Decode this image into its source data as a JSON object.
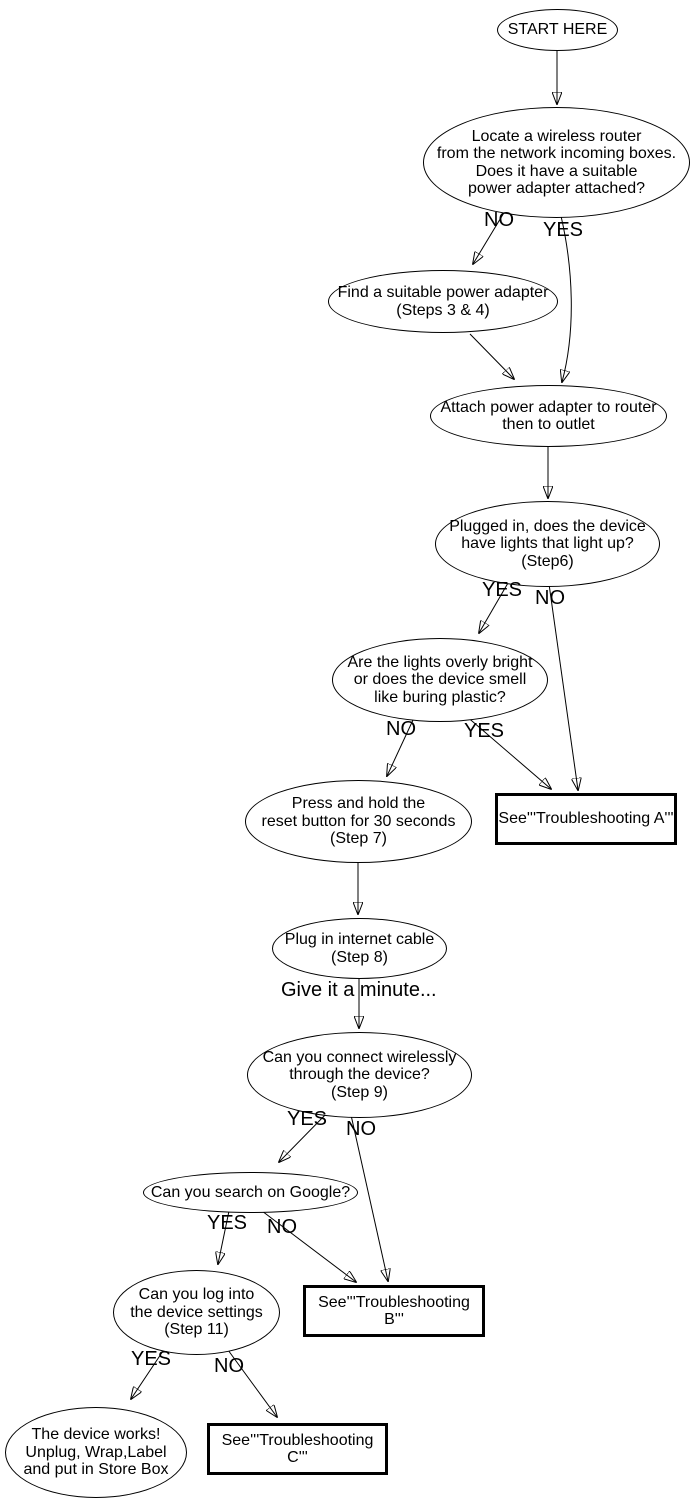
{
  "diagram": {
    "type": "flowchart",
    "colors": {
      "stroke": "#000000",
      "fill": "#ffffff",
      "text": "#000000"
    },
    "nodes": {
      "start": "START HERE",
      "locate": "Locate a wireless router\nfrom the network incoming boxes.\nDoes it have a suitable\npower adapter attached?",
      "find_adapter": "Find a suitable power adapter\n(Steps 3 & 4)",
      "attach": "Attach power adapter to router\nthen to outlet",
      "plugged_in": "Plugged in, does the device\nhave lights that light up?\n(Step6)",
      "lights": "Are the lights overly bright\nor does the device smell\nlike buring plastic?",
      "reset": "Press and hold the\nreset button for 30 seconds\n(Step 7)",
      "box_a": "See'''Troubleshooting A'''",
      "plug_cable": "Plug in internet cable\n(Step 8)",
      "connect": "Can you connect wirelessly\nthrough the device?\n(Step 9)",
      "google": "Can you search on Google?",
      "login": "Can you log into\nthe device settings\n(Step 11)",
      "box_b": "See'''Troubleshooting B'''",
      "works": "The device works!\nUnplug, Wrap,Label\nand put in Store Box",
      "box_c": "See'''Troubleshooting C'''"
    },
    "edge_labels": {
      "locate_no": "NO",
      "locate_yes": "YES",
      "plugged_yes": "YES",
      "plugged_no": "NO",
      "lights_no": "NO",
      "lights_yes": "YES",
      "wait_note": "Give it a minute...",
      "connect_yes": "YES",
      "connect_no": "NO",
      "google_yes": "YES",
      "google_no": "NO",
      "login_yes": "YES",
      "login_no": "NO"
    },
    "edges": [
      {
        "from": "start",
        "to": "locate",
        "label": ""
      },
      {
        "from": "locate",
        "to": "find_adapter",
        "label": "NO"
      },
      {
        "from": "locate",
        "to": "attach",
        "label": "YES"
      },
      {
        "from": "find_adapter",
        "to": "attach",
        "label": ""
      },
      {
        "from": "attach",
        "to": "plugged_in",
        "label": ""
      },
      {
        "from": "plugged_in",
        "to": "lights",
        "label": "YES"
      },
      {
        "from": "plugged_in",
        "to": "box_a",
        "label": "NO"
      },
      {
        "from": "lights",
        "to": "reset",
        "label": "NO"
      },
      {
        "from": "lights",
        "to": "box_a",
        "label": "YES"
      },
      {
        "from": "reset",
        "to": "plug_cable",
        "label": ""
      },
      {
        "from": "plug_cable",
        "to": "connect",
        "label": "Give it a minute..."
      },
      {
        "from": "connect",
        "to": "google",
        "label": "YES"
      },
      {
        "from": "connect",
        "to": "box_b",
        "label": "NO"
      },
      {
        "from": "google",
        "to": "login",
        "label": "YES"
      },
      {
        "from": "google",
        "to": "box_b",
        "label": "NO"
      },
      {
        "from": "login",
        "to": "works",
        "label": "YES"
      },
      {
        "from": "login",
        "to": "box_c",
        "label": "NO"
      }
    ]
  }
}
